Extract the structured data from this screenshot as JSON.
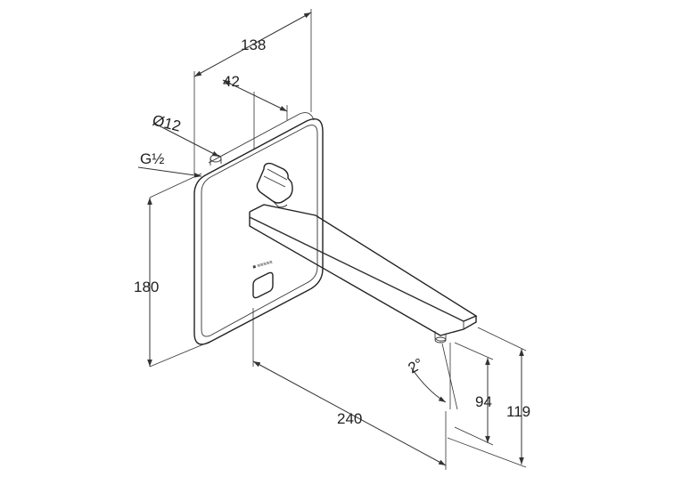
{
  "dimensions": {
    "overall_depth": "138",
    "spout_offset": "42",
    "pipe_diameter": "Ø12",
    "thread": "G½",
    "plate_height": "180",
    "spout_length": "240",
    "angle": "2°",
    "outlet_height": "94",
    "total_height": "119"
  },
  "product": {
    "brand_mark": "■ ≡≡≡≡≡"
  },
  "colors": {
    "line": "#222222",
    "background": "#ffffff"
  }
}
